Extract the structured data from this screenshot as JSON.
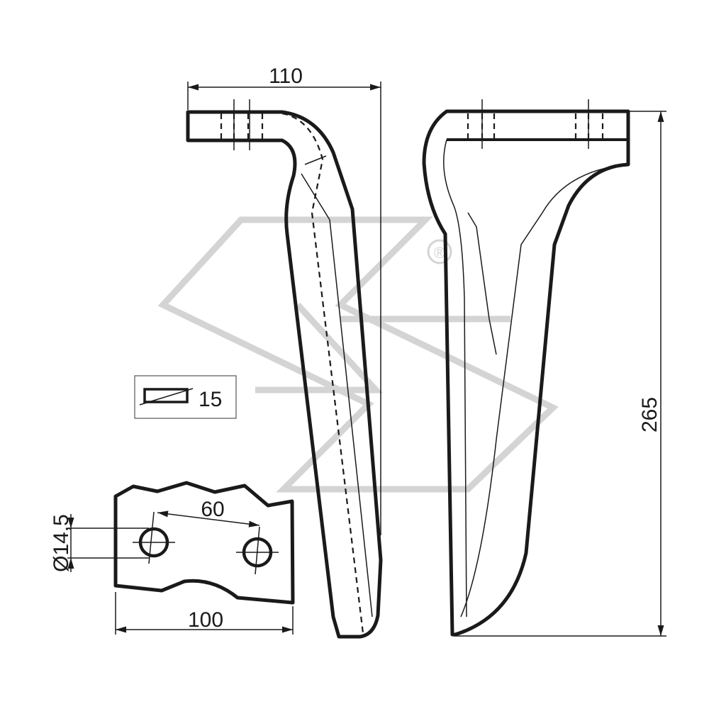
{
  "dimensions": {
    "width_top": "110",
    "height_total": "265",
    "thickness": "15",
    "hole_spacing": "60",
    "hole_diameter": "Ø14,5",
    "plate_width": "100"
  },
  "watermark": {
    "registered_mark": "®"
  },
  "colors": {
    "line": "#1a1a1a",
    "watermark": "#d4d4d4"
  }
}
